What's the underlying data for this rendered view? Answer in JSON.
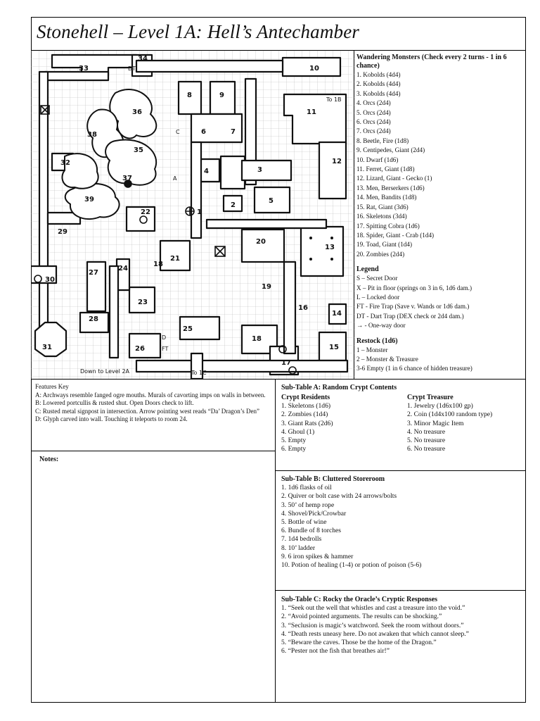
{
  "title": "Stonehell – Level 1A: Hell’s Antechamber",
  "map": {
    "rooms": [
      "1",
      "2",
      "3",
      "4",
      "5",
      "6",
      "7",
      "8",
      "9",
      "10",
      "11",
      "12",
      "13",
      "14",
      "15",
      "16",
      "17",
      "18",
      "19",
      "20",
      "21",
      "22",
      "23",
      "24",
      "25",
      "26",
      "27",
      "28",
      "29",
      "30",
      "31",
      "32",
      "33",
      "34",
      "35",
      "36",
      "37",
      "38",
      "39"
    ],
    "labels": {
      "dt": "DT",
      "ft": "FT",
      "to_1b": "To 1B",
      "to_1c": "To 1C",
      "down_2a": "Down to Level 2A",
      "a": "A",
      "c": "C",
      "d": "D"
    }
  },
  "wandering": {
    "heading": "Wandering Monsters (Check every 2 turns - 1 in 6 chance)",
    "items": [
      "1. Kobolds (4d4)",
      "2. Kobolds (4d4)",
      "3. Kobolds (4d4)",
      "4. Orcs (2d4)",
      "5. Orcs (2d4)",
      "6. Orcs (2d4)",
      "7. Orcs (2d4)",
      "8. Beetle, Fire (1d8)",
      "9. Centipedes, Giant (2d4)",
      "10. Dwarf (1d6)",
      "11. Ferret, Giant (1d8)",
      "12. Lizard, Giant - Gecko (1)",
      "13. Men, Berserkers (1d6)",
      "14. Men, Bandits (1d8)",
      "15. Rat, Giant (3d6)",
      "16. Skeletons (3d4)",
      "17. Spitting Cobra (1d6)",
      "18. Spider, Giant - Crab (1d4)",
      "19. Toad, Giant (1d4)",
      "20. Zombies (2d4)"
    ]
  },
  "legend": {
    "heading": "Legend",
    "items": [
      "S – Secret Door",
      "X – Pit in floor (springs on 3 in 6, 1d6 dam.)",
      "L – Locked door",
      "FT - Fire Trap (Save v. Wands or 1d6 dam.)",
      "DT - Dart Trap (DEX check or 2d4 dam.)",
      "→ - One-way door"
    ]
  },
  "restock": {
    "heading": "Restock (1d6)",
    "items": [
      "1 – Monster",
      "2 – Monster & Treasure",
      "3-6 Empty (1 in 6 chance of hidden treasure)"
    ]
  },
  "features": {
    "heading": "Features Key",
    "items": [
      "A: Archways resemble fanged ogre mouths. Murals of cavorting imps on walls in between.",
      "B: Lowered portcullis & rusted shut. Open Doors check to lift.",
      "C: Rusted metal signpost in intersection. Arrow pointing west reads “Da’ Dragon’s Den”",
      "D: Glyph carved into wall. Touching it teleports to room 24."
    ]
  },
  "notes": {
    "heading": "Notes:"
  },
  "table_a": {
    "heading": "Sub-Table A: Random Crypt Contents",
    "residents_heading": "Crypt Residents",
    "treasure_heading": "Crypt Treasure",
    "residents": [
      "1. Skeletons (1d6)",
      "2. Zombies (1d4)",
      "3. Giant Rats (2d6)",
      "4. Ghoul (1)",
      "5. Empty",
      "6. Empty"
    ],
    "treasure": [
      "1. Jewelry (1d6x100 gp)",
      "2. Coin (1d4x100 random type)",
      "3. Minor Magic Item",
      "4. No treasure",
      "5. No treasure",
      "6. No treasure"
    ]
  },
  "table_b": {
    "heading": "Sub-Table B: Cluttered Storeroom",
    "items": [
      "1. 1d6 flasks of oil",
      "2. Quiver or bolt case with 24 arrows/bolts",
      "3. 50’ of hemp rope",
      "4. Shovel/Pick/Crowbar",
      "5. Bottle of wine",
      "6. Bundle of 8 torches",
      "7. 1d4 bedrolls",
      "8. 10’ ladder",
      "9. 6 iron spikes & hammer",
      "10. Potion of healing (1-4) or potion of poison (5-6)"
    ]
  },
  "table_c": {
    "heading": "Sub-Table C: Rocky the Oracle’s Cryptic Responses",
    "items": [
      "1. “Seek out the well that whistles and cast a treasure into the void.”",
      "2. “Avoid pointed arguments. The results can be shocking.”",
      "3. “Seclusion is magic’s watchword. Seek the room without doors.”",
      "4. “Death rests uneasy here. Do not awaken that which cannot sleep.”",
      "5. “Beware the caves. Those be the home of the Dragon.”",
      "6. “Pester not the fish that breathes air!”"
    ]
  }
}
